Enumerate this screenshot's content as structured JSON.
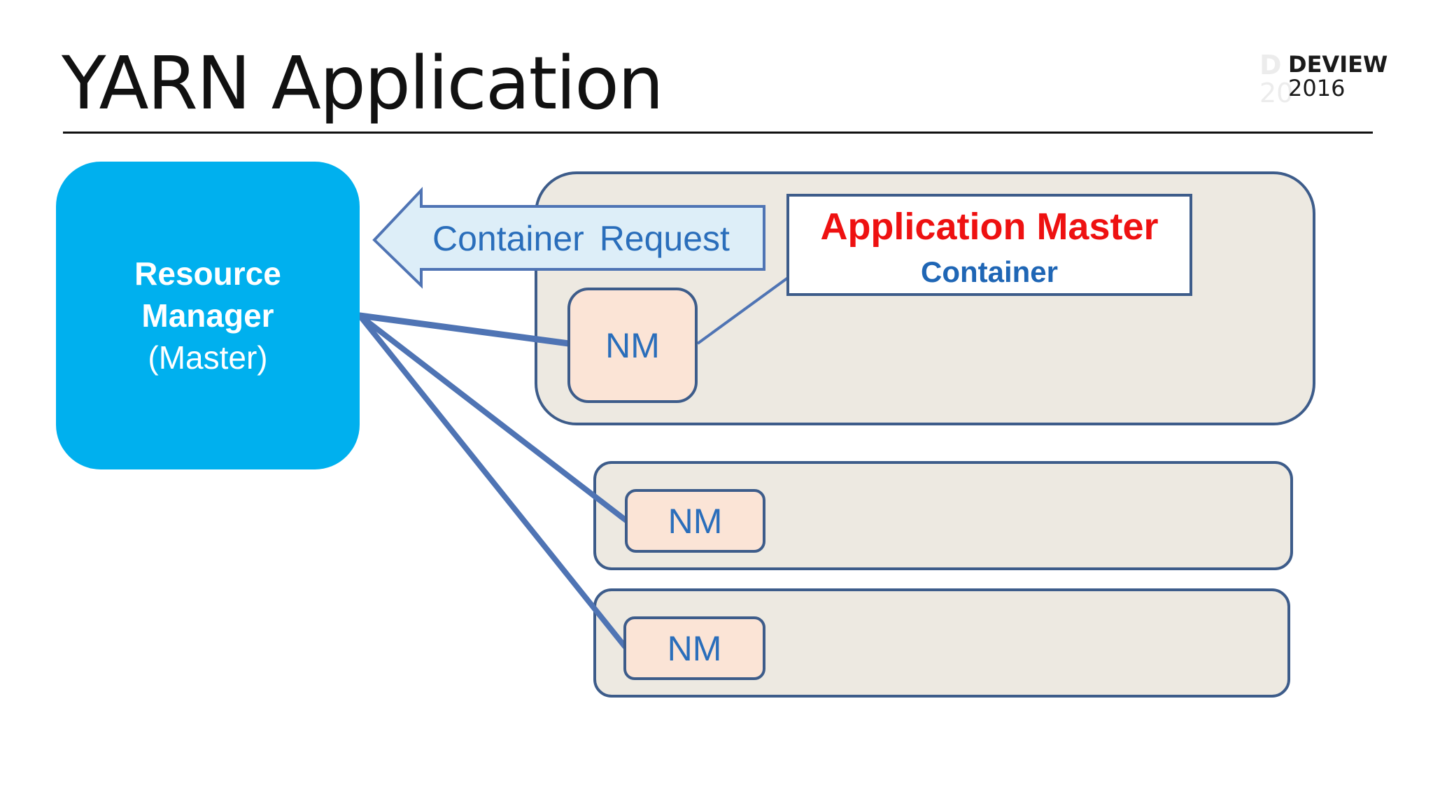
{
  "slide": {
    "title": "YARN Application"
  },
  "logo": {
    "word": "DEVIEW",
    "year": "2016"
  },
  "resource_manager": {
    "line1": "Resource",
    "line2": "Manager",
    "line3": "(Master)"
  },
  "request_arrow": {
    "label": "Container Request"
  },
  "application_master": {
    "title": "Application Master",
    "subtitle": "Container"
  },
  "node_managers": [
    {
      "label": "NM"
    },
    {
      "label": "NM"
    },
    {
      "label": "NM"
    }
  ],
  "colors": {
    "resource_manager_fill": "#00b0ee",
    "node_fill": "#ede9e1",
    "nm_fill": "#fbe4d6",
    "outline": "#3d5c8a",
    "connector": "#4f74b4",
    "arrow_fill": "#ddeef8",
    "am_title": "#ee1111",
    "am_subtitle": "#1f66b5"
  }
}
